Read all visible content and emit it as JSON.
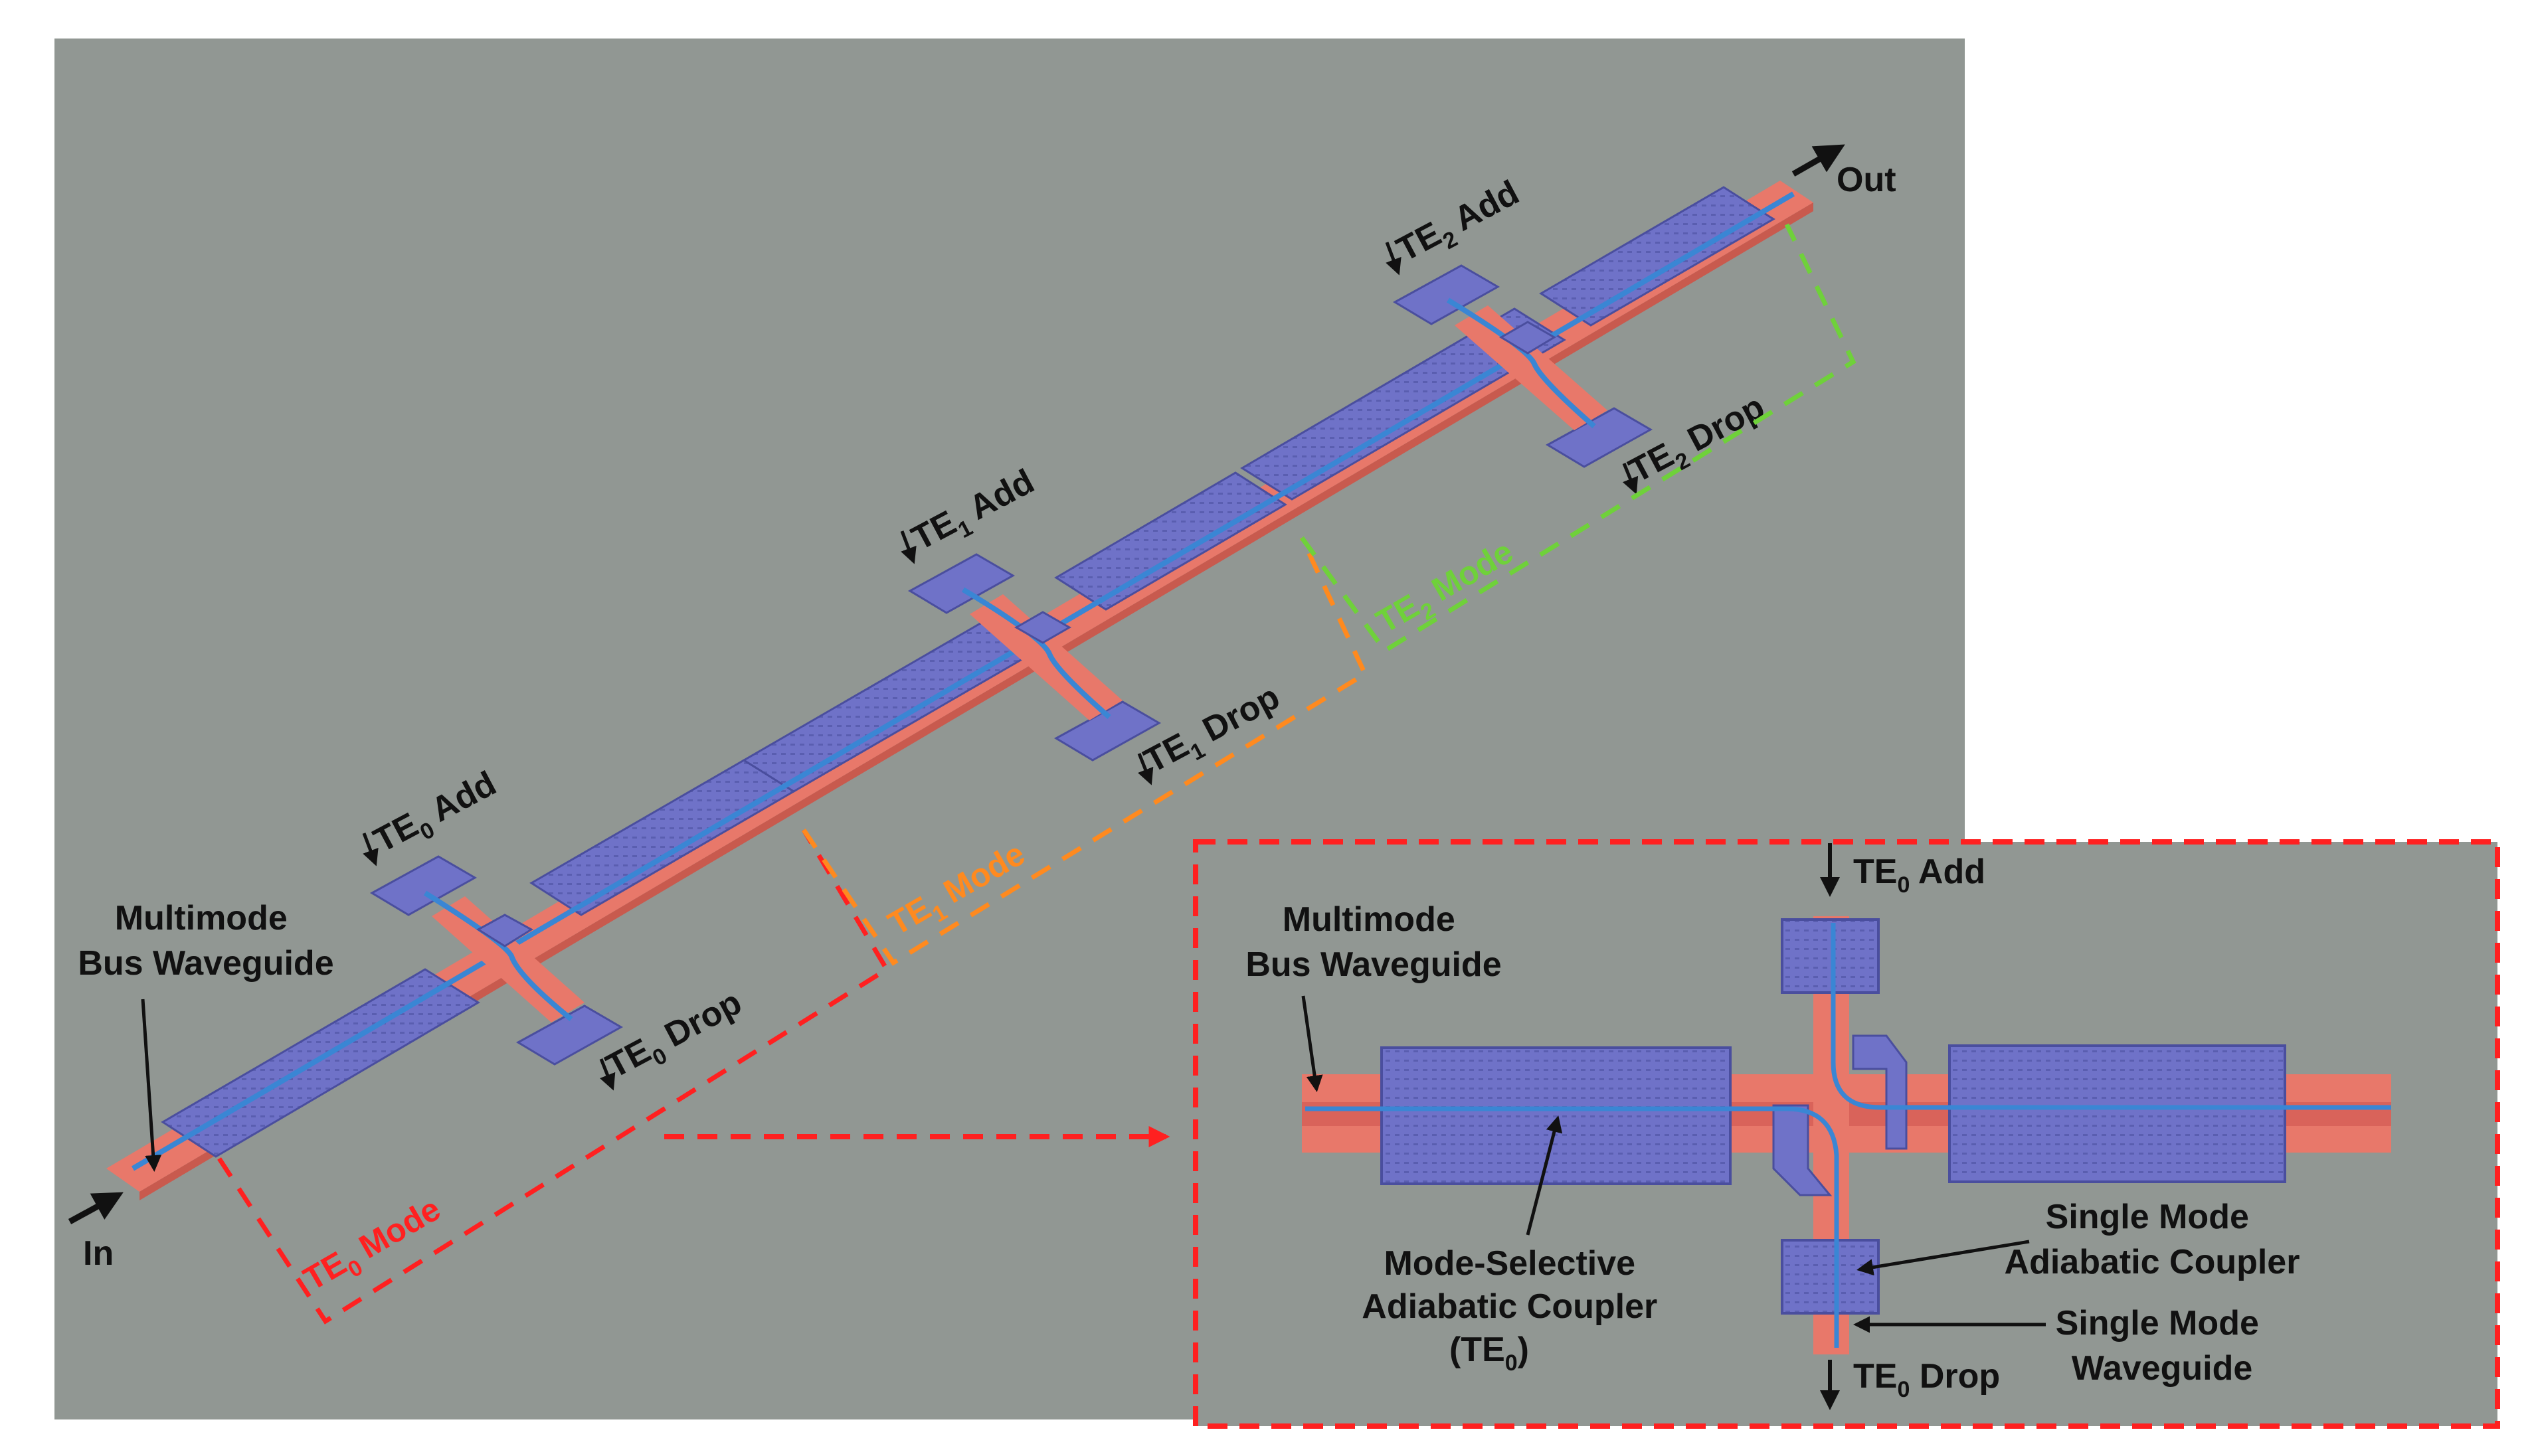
{
  "colors": {
    "panel_bg": "#919793",
    "bus": "#e8786a",
    "bus_dark": "#c85a4e",
    "coupler": "#6f72c8",
    "coupler_edge": "#4a4e9e",
    "waveguide": "#3a86d4",
    "te0": "#ff2020",
    "te1": "#ff8a1f",
    "te2": "#6fd13a",
    "arrow": "#111111"
  },
  "overview": {
    "bus_label_line1": "Multimode",
    "bus_label_line2": "Bus Waveguide",
    "input": "In",
    "output": "Out",
    "stages": [
      {
        "add_pre": "TE",
        "add_sub": "0",
        "add_post": " Add",
        "drop_pre": "TE",
        "drop_sub": "0",
        "drop_post": " Drop",
        "mode_pre": "TE",
        "mode_sub": "0",
        "mode_post": " Mode",
        "color_key": "te0"
      },
      {
        "add_pre": "TE",
        "add_sub": "1",
        "add_post": " Add",
        "drop_pre": "TE",
        "drop_sub": "1",
        "drop_post": " Drop",
        "mode_pre": "TE",
        "mode_sub": "1",
        "mode_post": " Mode",
        "color_key": "te1"
      },
      {
        "add_pre": "TE",
        "add_sub": "2",
        "add_post": " Add",
        "drop_pre": "TE",
        "drop_sub": "2",
        "drop_post": " Drop",
        "mode_pre": "TE",
        "mode_sub": "2",
        "mode_post": " Mode",
        "color_key": "te2"
      }
    ]
  },
  "inset": {
    "bus_label_line1": "Multimode",
    "bus_label_line2": "Bus Waveguide",
    "add_pre": "TE",
    "add_sub": "0",
    "add_post": "  Add",
    "drop_pre": "TE",
    "drop_sub": "0",
    "drop_post": "  Drop",
    "coupler_label_line1": "Mode-Selective",
    "coupler_label_line2": "Adiabatic Coupler",
    "coupler_label_line3_pre": "(TE",
    "coupler_label_line3_sub": "0",
    "coupler_label_line3_post": ")",
    "sm_coupler_line1": "Single Mode",
    "sm_coupler_line2": "Adiabatic Coupler",
    "sm_waveguide_line1": "Single Mode",
    "sm_waveguide_line2": "Waveguide"
  }
}
